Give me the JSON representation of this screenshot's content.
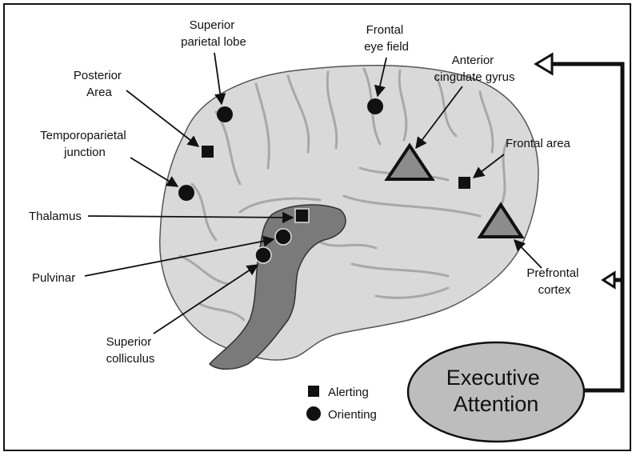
{
  "labels": {
    "superior_parietal_lobe": [
      "Superior",
      "parietal lobe"
    ],
    "frontal_eye_field": [
      "Frontal",
      "eye field"
    ],
    "anterior_cingulate_gyrus": [
      "Anterior",
      "cingulate gyrus"
    ],
    "posterior_area": [
      "Posterior",
      "Area"
    ],
    "temporoparietal_junction": [
      "Temporoparietal",
      "junction"
    ],
    "frontal_area": "Frontal area",
    "thalamus": "Thalamus",
    "pulvinar": "Pulvinar",
    "prefrontal_cortex": [
      "Prefrontal",
      "cortex"
    ],
    "superior_colliculus": [
      "Superior",
      "colliculus"
    ]
  },
  "executive": [
    "Executive",
    "Attention"
  ],
  "legend": {
    "alerting": "Alerting",
    "orienting": "Orienting"
  },
  "colors": {
    "brain_fill": "#d9d9d9",
    "sulcus": "#a8a8a8",
    "brainstem": "#7a7a7a",
    "marker": "#111111",
    "triangle_fill": "#8c8c8c",
    "ellipse_fill": "#bdbdbd"
  }
}
